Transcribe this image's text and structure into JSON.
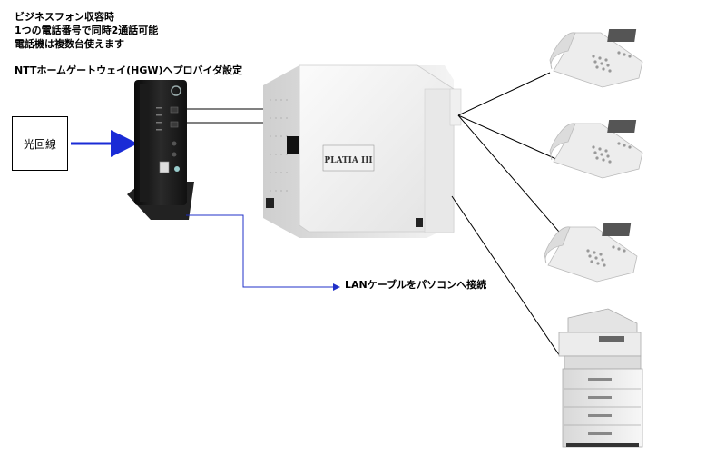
{
  "notes": {
    "line1": "ビジネスフォン収容時",
    "line2": "1つの電話番号で同時2通話可能",
    "line3": "電話機は複数台使えます"
  },
  "hgw_caption": "NTTホームゲートウェイ(HGW)へプロバイダ設定",
  "fiber_label": "光回線",
  "lan_caption": "LANケーブルをパソコンへ接続",
  "pbx_brand": "PLATIA III",
  "colors": {
    "blue_line": "#1a2bd6",
    "lan_line": "#2030c8"
  }
}
